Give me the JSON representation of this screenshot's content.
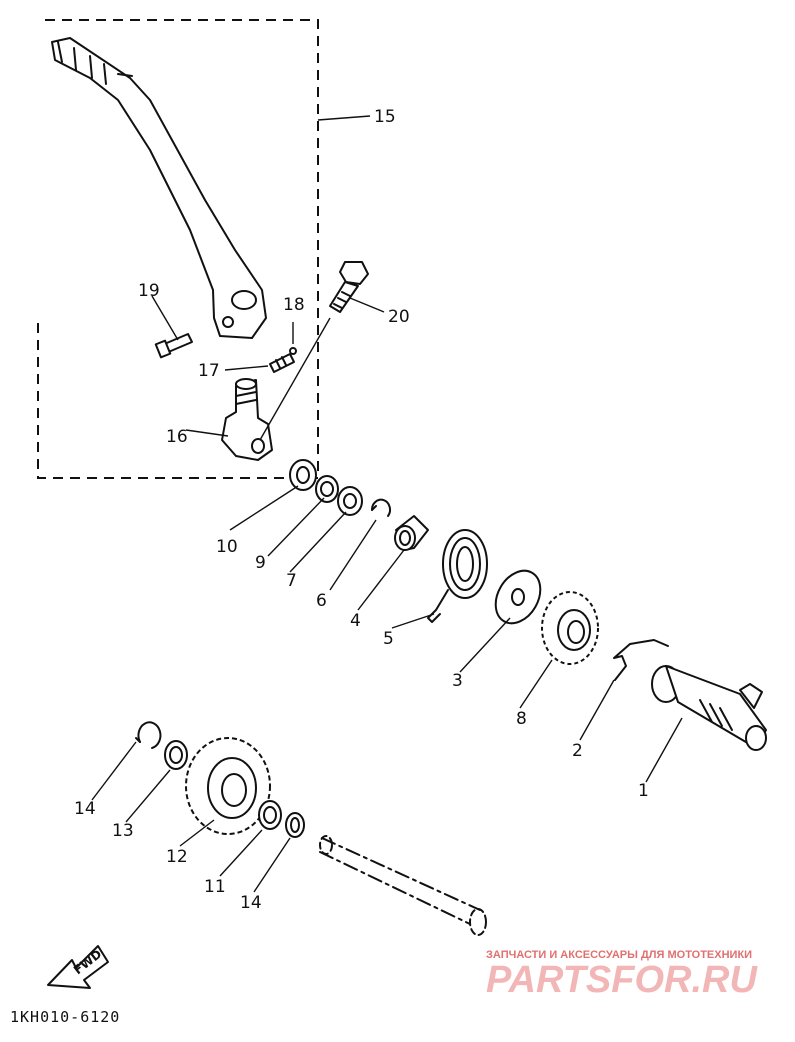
{
  "diagram": {
    "callouts": [
      {
        "id": "c1",
        "text": "1"
      },
      {
        "id": "c2",
        "text": "2"
      },
      {
        "id": "c3",
        "text": "3"
      },
      {
        "id": "c4",
        "text": "4"
      },
      {
        "id": "c5",
        "text": "5"
      },
      {
        "id": "c6",
        "text": "6"
      },
      {
        "id": "c7",
        "text": "7"
      },
      {
        "id": "c8",
        "text": "8"
      },
      {
        "id": "c9",
        "text": "9"
      },
      {
        "id": "c10",
        "text": "10"
      },
      {
        "id": "c11",
        "text": "11"
      },
      {
        "id": "c12",
        "text": "12"
      },
      {
        "id": "c13",
        "text": "13"
      },
      {
        "id": "c14a",
        "text": "14"
      },
      {
        "id": "c14b",
        "text": "14"
      },
      {
        "id": "c15",
        "text": "15"
      },
      {
        "id": "c16",
        "text": "16"
      },
      {
        "id": "c17",
        "text": "17"
      },
      {
        "id": "c18",
        "text": "18"
      },
      {
        "id": "c19",
        "text": "19"
      },
      {
        "id": "c20",
        "text": "20"
      }
    ],
    "direction_arrow": "FWD",
    "drawing_code": "1KH010-6120"
  },
  "watermark": {
    "tagline": "ЗАПЧАСТИ И АКСЕССУАРЫ ДЛЯ МОТОТЕХНИКИ",
    "logo_text": "PARTSFOR.RU",
    "color": "#e07070"
  }
}
